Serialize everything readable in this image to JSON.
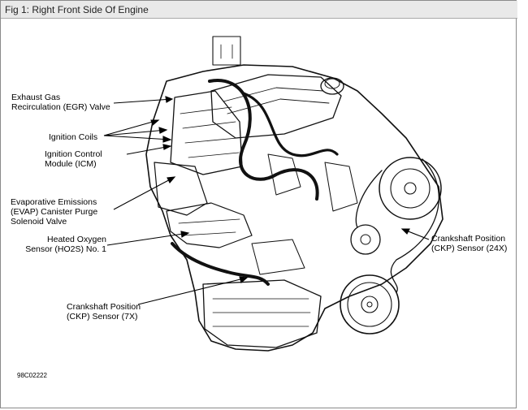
{
  "figure": {
    "title": "Fig 1: Right Front Side Of Engine",
    "code": "98C02222"
  },
  "callouts": {
    "egr": [
      "Exhaust Gas",
      "Recirculation (EGR) Valve"
    ],
    "coils": [
      "Ignition Coils"
    ],
    "icm": [
      "Ignition Control",
      "Module (ICM)"
    ],
    "evap": [
      "Evaporative Emissions",
      "(EVAP) Canister Purge",
      "Solenoid Valve"
    ],
    "ho2s": [
      "Heated Oxygen",
      "Sensor (HO2S) No. 1"
    ],
    "ckp24": [
      "Crankshaft Position",
      "(CKP) Sensor (24X)"
    ],
    "ckp7": [
      "Crankshaft Position",
      "(CKP) Sensor (7X)"
    ]
  }
}
